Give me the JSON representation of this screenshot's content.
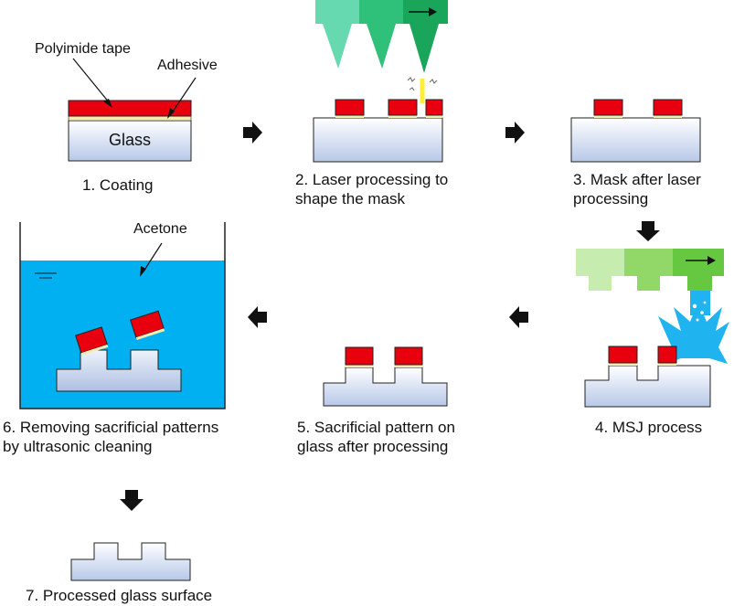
{
  "callouts": {
    "polyimide": "Polyimide tape",
    "adhesive": "Adhesive",
    "glass": "Glass",
    "acetone": "Acetone"
  },
  "steps": [
    {
      "line1": "1. Coating",
      "line2": ""
    },
    {
      "line1": "2. Laser processing to",
      "line2": "shape the mask"
    },
    {
      "line1": "3. Mask after laser",
      "line2": "processing"
    },
    {
      "line1": "4. MSJ process",
      "line2": ""
    },
    {
      "line1": "5. Sacrificial pattern on",
      "line2": "glass after processing"
    },
    {
      "line1": "6. Removing sacrificial patterns",
      "line2": "by ultrasonic cleaning"
    },
    {
      "line1": "7. Processed glass surface",
      "line2": ""
    }
  ],
  "colors": {
    "tape": "#e8000f",
    "adhesive": "#f3ecb3",
    "glass_top": "#ffffff",
    "glass_bottom": "#b7c8e8",
    "acetone": "#00b0f0",
    "laser_light": "#66d9b0",
    "laser_mid": "#2fc07a",
    "laser_dark": "#19a55a",
    "msj_light": "#c6ecb0",
    "msj_mid": "#92d868",
    "msj_dark": "#66c841",
    "jet": "#1fb4ef",
    "laser_beam": "#ffee33"
  }
}
